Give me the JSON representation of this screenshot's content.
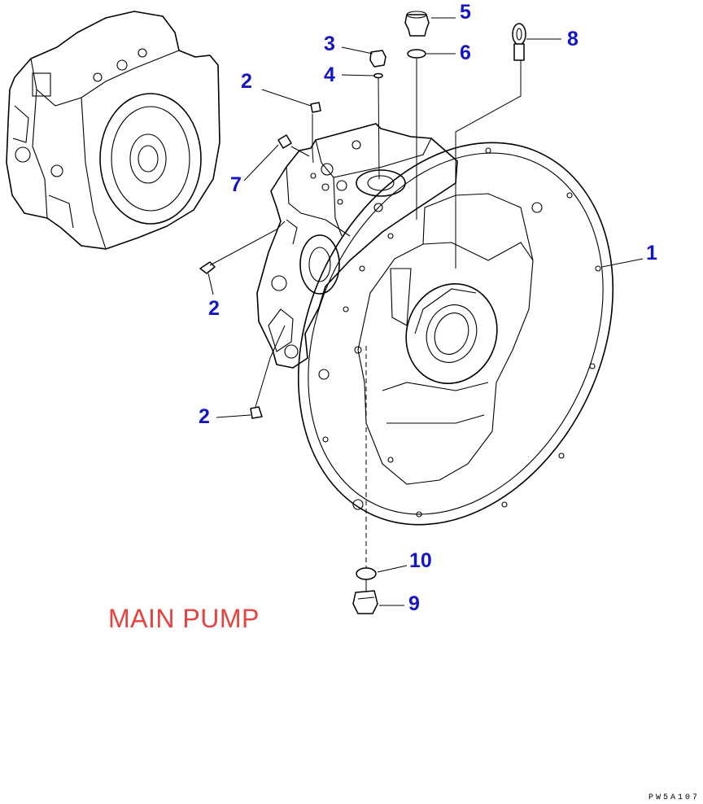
{
  "caption": "MAIN PUMP",
  "drawing_code": "PW5A107",
  "callouts": [
    {
      "id": "c5",
      "label": "5"
    },
    {
      "id": "c3",
      "label": "3"
    },
    {
      "id": "c8",
      "label": "8"
    },
    {
      "id": "c6",
      "label": "6"
    },
    {
      "id": "c4",
      "label": "4"
    },
    {
      "id": "c2a",
      "label": "2"
    },
    {
      "id": "c7",
      "label": "7"
    },
    {
      "id": "c1",
      "label": "1"
    },
    {
      "id": "c2b",
      "label": "2"
    },
    {
      "id": "c2c",
      "label": "2"
    },
    {
      "id": "c10",
      "label": "10"
    },
    {
      "id": "c9",
      "label": "9"
    }
  ],
  "colors": {
    "callout": "#1515c8",
    "caption": "#e94040",
    "lines": "#000000"
  }
}
